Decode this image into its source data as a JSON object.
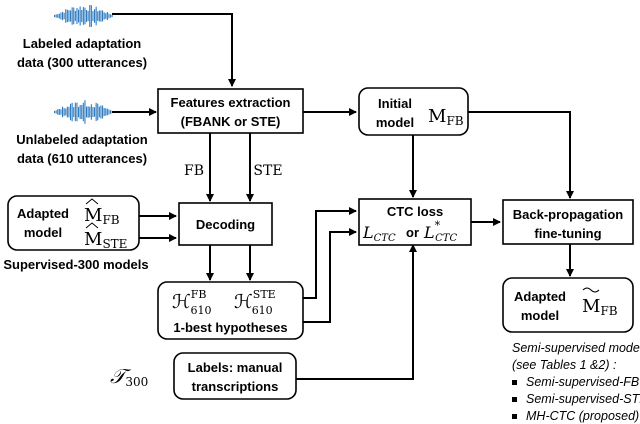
{
  "inputs": {
    "labeled_line1": "Labeled adaptation",
    "labeled_line2": "data (300 utterances)",
    "unlabeled_line1": "Unlabeled adaptation",
    "unlabeled_line2": "data (610 utterances)"
  },
  "features": {
    "title": "Features extraction",
    "subtitle": "(FBANK or STE)",
    "fb_label": "FB",
    "ste_label": "STE"
  },
  "initial_model": {
    "line1": "Initial",
    "line2": "model",
    "symbol": "M",
    "symbol_sub": "FB"
  },
  "adapted_supervised": {
    "line1": "Adapted",
    "line2": "model",
    "symbol_fb": "M",
    "symbol_fb_sub": "FB",
    "symbol_ste": "M",
    "symbol_ste_sub": "STE",
    "caption": "Supervised-300 models"
  },
  "decoding": {
    "title": "Decoding"
  },
  "hypotheses": {
    "h_fb": "ℋ",
    "h_fb_sub": "610",
    "h_fb_sup": "FB",
    "h_ste": "ℋ",
    "h_ste_sub": "610",
    "h_ste_sup": "STE",
    "caption": "1-best hypotheses"
  },
  "ctc": {
    "title": "CTC loss",
    "loss1": "L",
    "loss1_sub": "CTC",
    "or_word": "or",
    "loss2": "L",
    "loss2_sup": "*",
    "loss2_sub": "CTC"
  },
  "labels": {
    "symbol": "𝒯",
    "symbol_sub": "300",
    "line1": "Labels: manual",
    "line2": "transcriptions"
  },
  "backprop": {
    "line1": "Back-propagation",
    "line2": "fine-tuning"
  },
  "adapted_final": {
    "line1": "Adapted",
    "line2": "model",
    "symbol": "M",
    "symbol_sub": "FB"
  },
  "semi_supervised": {
    "caption1": "Semi-supervised models",
    "caption2": "(see Tables 1 &2) :",
    "items": [
      "Semi-supervised-FB",
      "Semi-supervised-STE",
      "MH-CTC (proposed)"
    ]
  }
}
